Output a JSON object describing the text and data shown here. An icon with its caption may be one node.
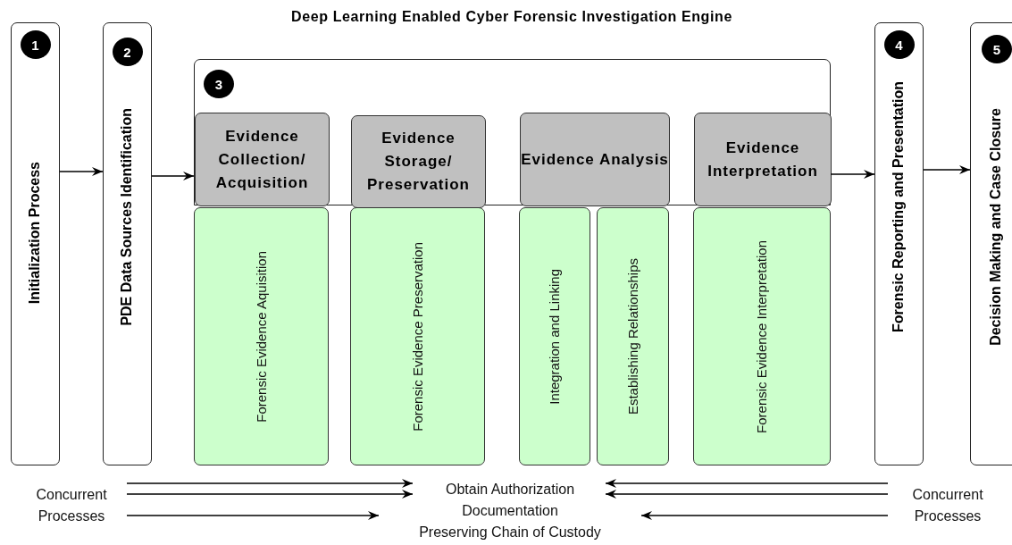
{
  "diagram": {
    "title": "Deep Learning Enabled Cyber Forensic Investigation Engine",
    "nodes": [
      {
        "text": [
          "1",
          "Initialization Process"
        ]
      },
      {
        "text": [
          "2",
          "PDE Data Sources Identification"
        ]
      },
      {
        "text": [
          "3"
        ]
      },
      {
        "text": [
          "Evidence Collection/ Acquisition"
        ],
        "in": 2
      },
      {
        "text": [
          "Evidence Storage/ Preservation"
        ],
        "in": 2
      },
      {
        "text": [
          "Evidence Analysis"
        ],
        "in": 2
      },
      {
        "text": [
          "Evidence Interpretation"
        ],
        "in": 2
      },
      {
        "text": [
          "Forensic Evidence Aquisition"
        ]
      },
      {
        "text": [
          "Forensic Evidence Preservation"
        ]
      },
      {
        "text": [
          "Integration and Linking"
        ]
      },
      {
        "text": [
          "Establishing Relationships"
        ]
      },
      {
        "text": [
          "Forensic Evidence Interpretation"
        ]
      },
      {
        "text": [
          "4",
          "Forensic Reporting and Presentation"
        ]
      },
      {
        "text": [
          "5",
          "Decision Making and Case Closure"
        ]
      },
      {
        "text": [
          "Concurrent Processes"
        ]
      },
      {
        "text": [
          "Obtain Authorization",
          "Documentation",
          "Preserving Chain of Custody"
        ]
      },
      {
        "text": [
          "Concurrent Processes"
        ]
      }
    ],
    "edges": [
      {
        "from": 0,
        "to": 1,
        "arrow": "to"
      },
      {
        "from": 1,
        "to": 3,
        "arrow": "to"
      },
      {
        "from": 6,
        "to": 12,
        "arrow": "to"
      },
      {
        "from": 12,
        "to": 13,
        "arrow": "to"
      },
      {
        "from": 14,
        "to": 15,
        "arrow": "to"
      },
      {
        "from": 14,
        "to": 15,
        "arrow": "to"
      },
      {
        "from": 14,
        "to": 15,
        "arrow": "to"
      },
      {
        "from": 16,
        "to": 15,
        "arrow": "to"
      },
      {
        "from": 16,
        "to": 15,
        "arrow": "to"
      },
      {
        "from": 16,
        "to": 15,
        "arrow": "to"
      }
    ]
  }
}
